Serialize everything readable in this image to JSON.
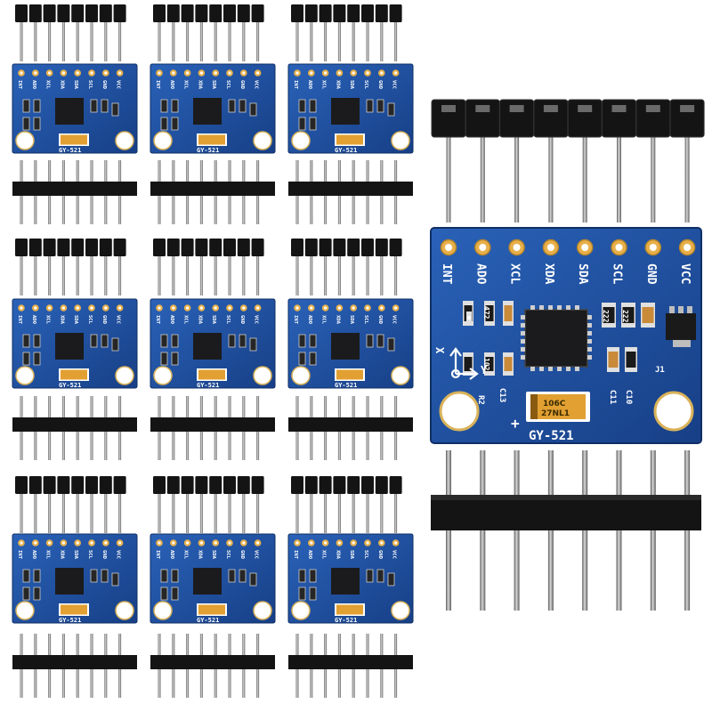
{
  "product": {
    "board_label": "GY-521",
    "pin_labels": [
      "INT",
      "ADO",
      "XCL",
      "XDA",
      "SDA",
      "SCL",
      "GND",
      "VCC"
    ],
    "capacitor_marking": [
      "106C",
      "27NL1"
    ],
    "resistor_markings": [
      "472",
      "102",
      "222",
      "222"
    ],
    "component_refs": [
      "C13",
      "C11",
      "C10",
      "J1",
      "R2"
    ],
    "axis_labels": [
      "X",
      "Y"
    ],
    "polarity_mark": "+",
    "small_module_count": 9
  },
  "colors": {
    "pcb": "#1d4f9c",
    "pcb_dark": "#123a7a",
    "pad_gold": "#e8b04a",
    "header_plastic": "#141414",
    "pin_metal": "#9a9a9a",
    "capacitor": "#e2a032"
  }
}
